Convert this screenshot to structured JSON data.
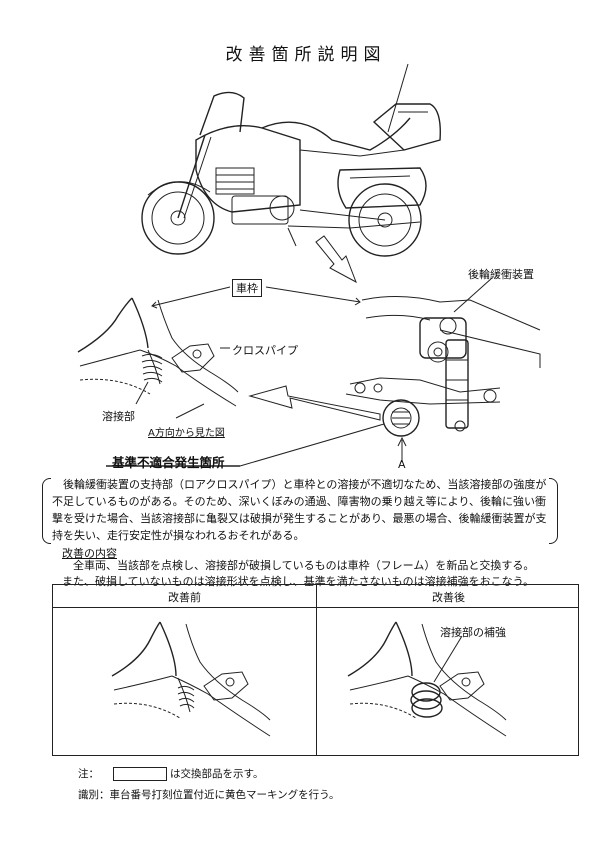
{
  "title": "改善箇所説明図",
  "labels": {
    "frame": "車枠",
    "rear_suspension": "後輪緩衝装置",
    "cross_pipe": "クロスパイプ",
    "weld": "溶接部",
    "view_from_a": "A方向から見た図",
    "defect_location": "基準不適合発生箇所",
    "point_a": "A"
  },
  "description": "後輪緩衝装置の支持部（ロアクロスパイプ）と車枠との溶接が不適切なため、当該溶接部の強度が不足しているものがある。そのため、深いくぼみの通過、障害物の乗り越え等により、後輪に強い衝撃を受けた場合、当該溶接部に亀裂又は破損が発生することがあり、最悪の場合、後輪緩衝装置が支持を失い、走行安定性が損なわれるおそれがある。",
  "improvement": {
    "heading": "改善の内容",
    "lines": [
      "全車両、当該部を点検し、溶接部が破損しているものは車枠（フレーム）を新品と交換する。",
      "また、破損していないものは溶接形状を点検し、基準を満たさないものは溶接補強をおこなう。"
    ]
  },
  "comparison": {
    "before": "改善前",
    "after": "改善後",
    "after_annotation": "溶接部の補強"
  },
  "notes": {
    "note_label": "注：",
    "note_text": "は交換部品を示す。",
    "identification": "識別：車台番号打刻位置付近に黄色マーキングを行う。"
  }
}
